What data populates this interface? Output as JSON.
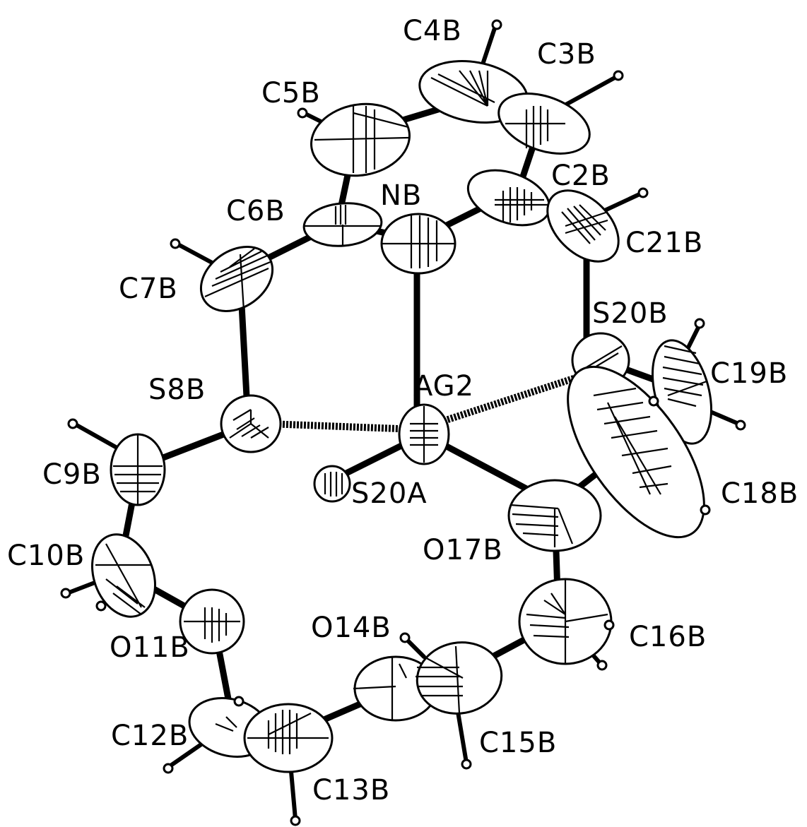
{
  "labels": {
    "C4B": "C4B",
    "C3B": "C3B",
    "C5B": "C5B",
    "C2B": "C2B",
    "NB": "NB",
    "C6B": "C6B",
    "C21B": "C21B",
    "C7B": "C7B",
    "S20B": "S20B",
    "C19B": "C19B",
    "S8B": "S8B",
    "AG2": "AG2",
    "C9B": "C9B",
    "S20A": "S20A",
    "C18B": "C18B",
    "C10B": "C10B",
    "O17B": "O17B",
    "C16B": "C16B",
    "O11B": "O11B",
    "O14B": "O14B",
    "C12B": "C12B",
    "C15B": "C15B",
    "C13B": "C13B"
  }
}
